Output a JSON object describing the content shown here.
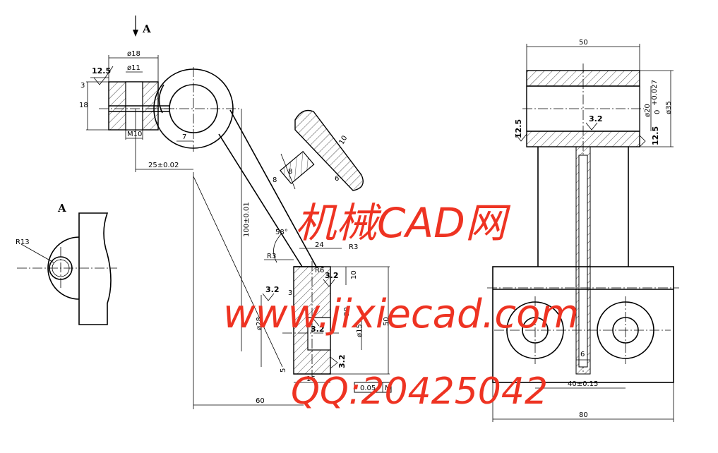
{
  "labels": {
    "view_a_arrow": "A",
    "view_a_title": "A"
  },
  "dims": {
    "d18": "ø18",
    "d11": "ø11",
    "r125_top": "12.5",
    "t3": "3",
    "t18": "18",
    "m10": "M10",
    "t7": "7",
    "t25": "25±0.02",
    "t8": "8",
    "t8b": "8",
    "t6": "6",
    "t10_slant": "10",
    "t100": "100±0.01",
    "t58": "58°",
    "r3a": "R3",
    "r3b": "R3",
    "t24": "24",
    "r6": "R6",
    "t10": "10",
    "r32a": "3.2",
    "r32b": "3.2",
    "r32c": "3.2",
    "r32d": "3.2",
    "t3b": "3",
    "d28": "ø28",
    "t20": "20",
    "d15": "ø15",
    "t50": "50",
    "t5": "5",
    "t16": "16",
    "tol": "0.05",
    "tolm": "M",
    "t60": "60",
    "r13": "R13",
    "rt50": "50",
    "rt_d20": "ø20",
    "rt_d20_tol": "+0.027",
    "rt_d20_tol0": "0",
    "rt_d35": "ø35",
    "rt_125a": "12.5",
    "rt_125b": "12.5",
    "rt_32": "3.2",
    "rt_6": "6",
    "rt_40": "40±0.15",
    "rt_80": "80"
  },
  "watermark": {
    "line1": "机械CAD网",
    "line2": "www.jixiecad.com",
    "line3": "QQ:20425042"
  },
  "colors": {
    "ink": "#000000",
    "watermark": "#ee3322"
  }
}
